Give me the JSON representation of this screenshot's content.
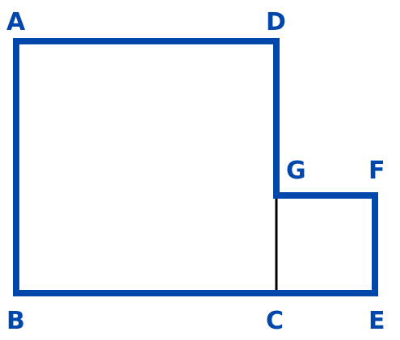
{
  "labels": {
    "a": "A",
    "b": "B",
    "c": "C",
    "d": "D",
    "e": "E",
    "f": "F",
    "g": "G"
  },
  "colors": {
    "outline": "#0047ab",
    "divider": "#000000",
    "label": "#0047ab",
    "background": "#ffffff"
  }
}
